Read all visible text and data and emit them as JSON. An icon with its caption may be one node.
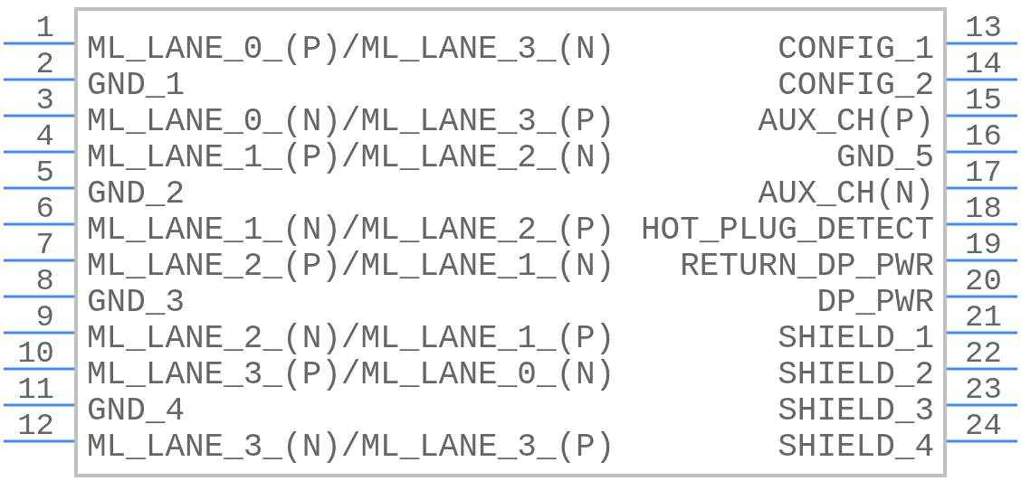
{
  "diagram": {
    "labels": [
      "1",
      "ML_LANE_0_(P)/ML_LANE_3_(N)",
      "2",
      "GND_1",
      "3",
      "ML_LANE_0_(N)/ML_LANE_3_(P)",
      "4",
      "ML_LANE_1_(P)/ML_LANE_2_(N)",
      "5",
      "GND_2",
      "6",
      "ML_LANE_1_(N)/ML_LANE_2_(P)",
      "7",
      "ML_LANE_2_(P)/ML_LANE_1_(N)",
      "8",
      "GND_3",
      "9",
      "ML_LANE_2_(N)/ML_LANE_1_(P)",
      "10",
      "ML_LANE_3_(P)/ML_LANE_0_(N)",
      "11",
      "GND_4",
      "12",
      "ML_LANE_3_(N)/ML_LANE_3_(P)",
      "13",
      "CONFIG_1",
      "14",
      "CONFIG_2",
      "15",
      "AUX_CH(P)",
      "16",
      "GND_5",
      "17",
      "AUX_CH(N)",
      "18",
      "HOT_PLUG_DETECT",
      "19",
      "RETURN_DP_PWR",
      "20",
      "DP_PWR",
      "21",
      "SHIELD_1",
      "22",
      "SHIELD_2",
      "23",
      "SHIELD_3",
      "24",
      "SHIELD_4"
    ]
  }
}
